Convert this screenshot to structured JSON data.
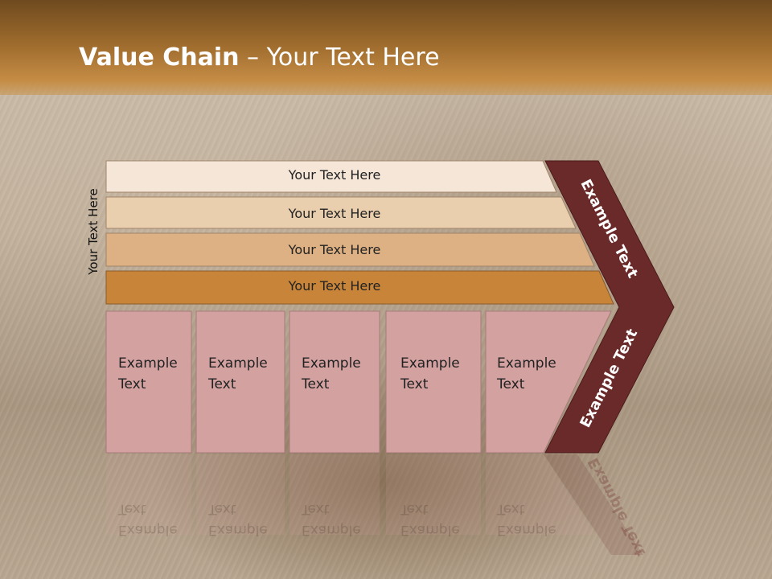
{
  "slide": {
    "title_bold": "Value Chain",
    "title_rest": " – Your Text Here",
    "vertical_label": "Your Text Here"
  },
  "bands": [
    {
      "label": "Your Text Here",
      "color": "#f5e6d8"
    },
    {
      "label": "Your Text Here",
      "color": "#eacfae"
    },
    {
      "label": "Your Text Here",
      "color": "#ddb183"
    },
    {
      "label": "Your Text Here",
      "color": "#c8853a"
    }
  ],
  "boxes": [
    {
      "line1": "Example",
      "line2": "Text"
    },
    {
      "line1": "Example",
      "line2": "Text"
    },
    {
      "line1": "Example",
      "line2": "Text"
    },
    {
      "line1": "Example",
      "line2": "Text"
    },
    {
      "line1": "Example",
      "line2": "Text"
    }
  ],
  "chevron": {
    "upper_label": "Example Text",
    "lower_label": "Example Text",
    "color": "#6b2a2a",
    "box_color": "#d3a1a0"
  }
}
